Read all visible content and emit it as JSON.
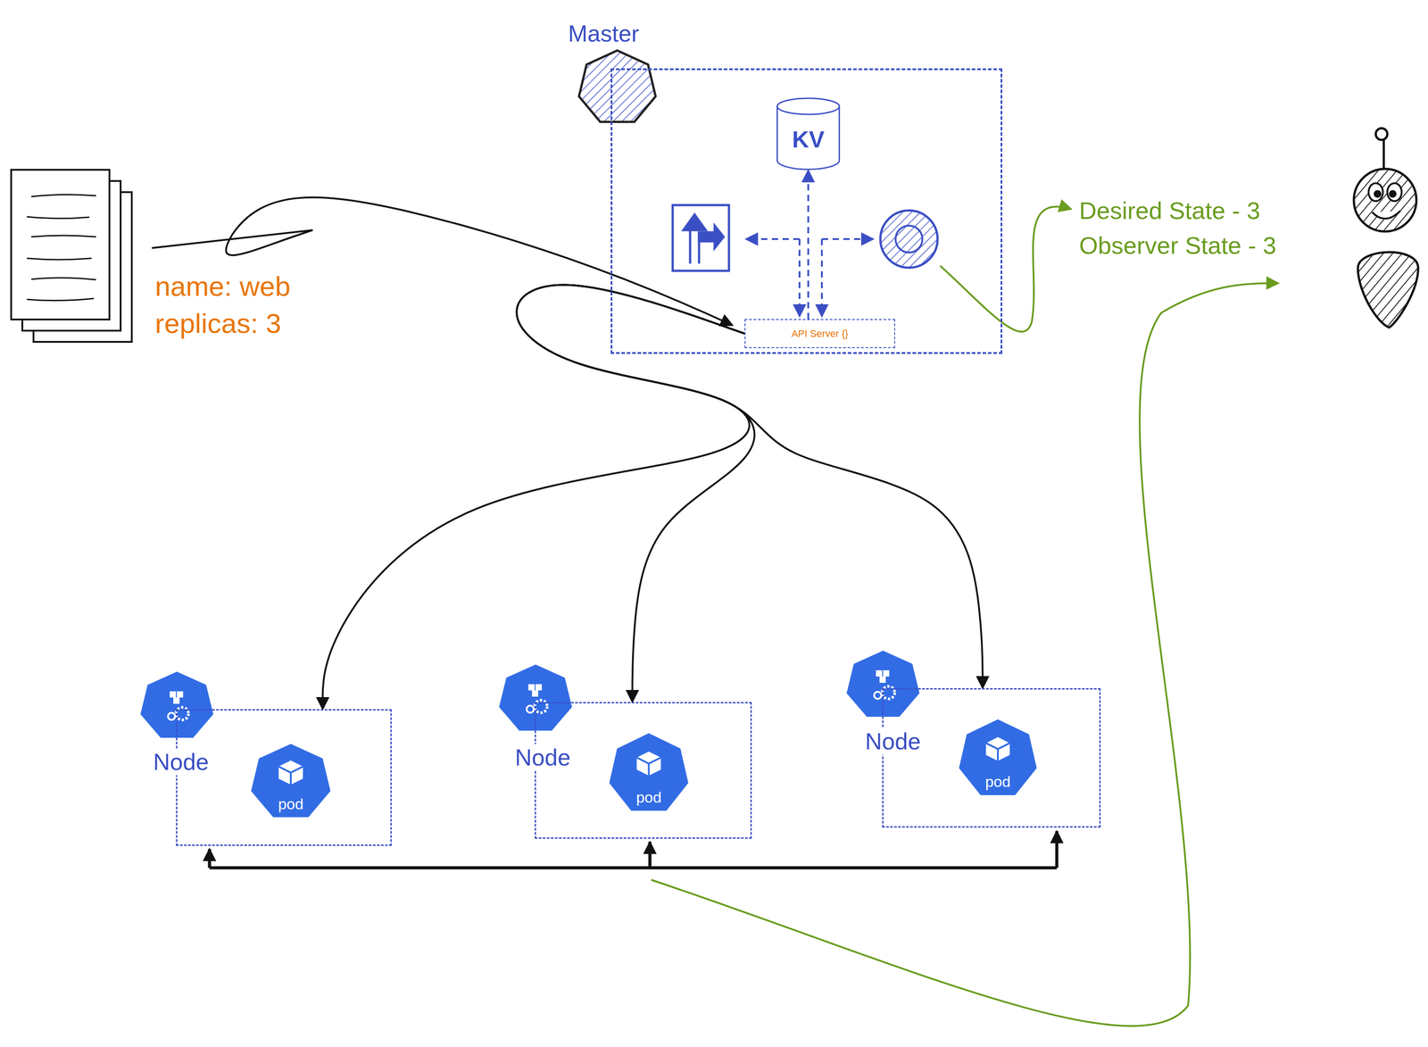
{
  "diagram": {
    "nodes": [
      {
        "text": [
          "Master"
        ]
      },
      {
        "text": [
          "KV"
        ],
        "in": 0
      },
      {
        "text": [
          "API Server {}"
        ],
        "in": 0
      },
      {
        "text": [
          "Node"
        ]
      },
      {
        "text": [
          "pod"
        ],
        "in": 3
      },
      {
        "text": [
          "Node"
        ]
      },
      {
        "text": [
          "pod"
        ],
        "in": 5
      },
      {
        "text": [
          "Node"
        ]
      },
      {
        "text": [
          "pod"
        ],
        "in": 7
      }
    ],
    "edges": [
      {
        "from": 2,
        "to": 1,
        "arrow": "to"
      },
      {
        "from": 2,
        "to": 3,
        "arrow": "to"
      },
      {
        "from": 2,
        "to": 5,
        "arrow": "to"
      },
      {
        "from": 2,
        "to": 7,
        "arrow": "to"
      }
    ],
    "labels": [
      "name: web",
      "replicas: 3",
      "Desired State - 3",
      "Observer State - 3"
    ]
  }
}
